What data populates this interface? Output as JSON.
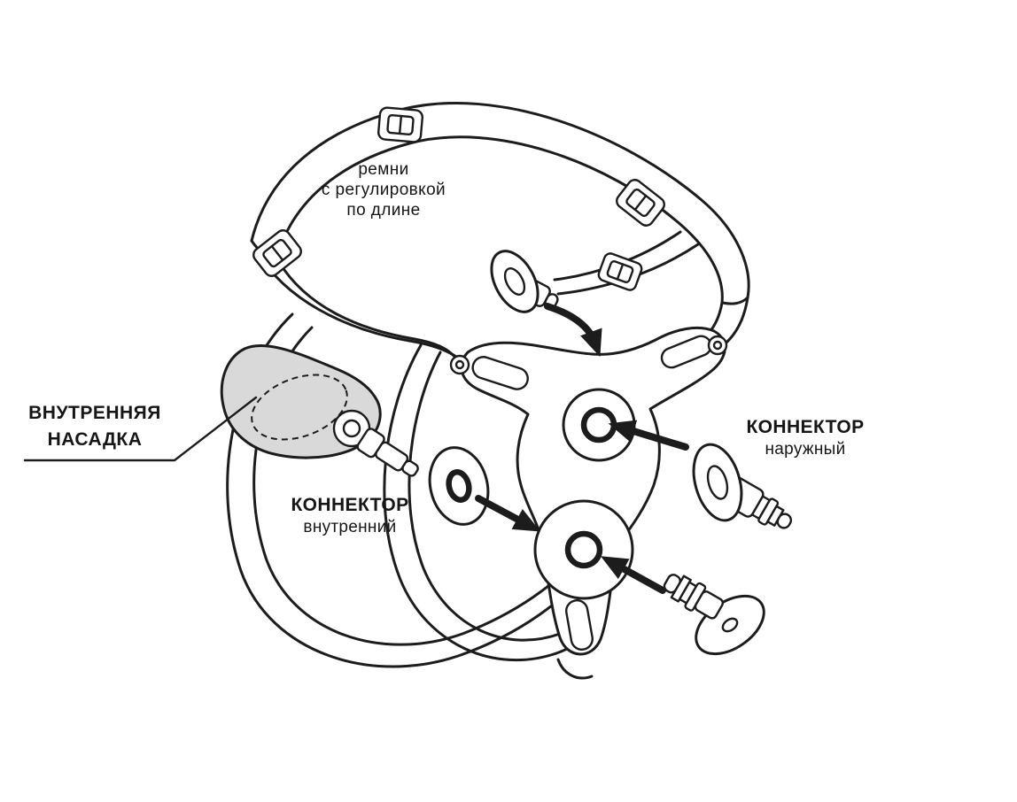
{
  "diagram": {
    "labels": {
      "straps": {
        "lines": [
          "ремни",
          "с регулировкой",
          "по длине"
        ]
      },
      "inner_attachment": {
        "lines": [
          "ВНУТРЕННЯЯ",
          "НАСАДКА"
        ]
      },
      "connector_inner": {
        "title": "КОННЕКТОР",
        "subtitle": "внутренний"
      },
      "connector_outer": {
        "title": "КОННЕКТОР",
        "subtitle": "наружный"
      }
    },
    "colors": {
      "line": "#1c1c1c",
      "shade": "#d9d9d9",
      "background": "#ffffff"
    }
  }
}
